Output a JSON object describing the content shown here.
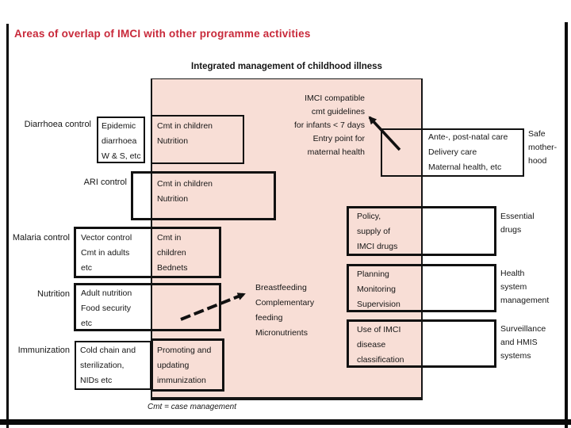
{
  "colors": {
    "accent_red": "#c8293a",
    "overlap_pink": "#f8ded6",
    "line_black": "#111111"
  },
  "slide": {
    "title": "Areas of overlap of IMCI with other programme activities",
    "heading": "Integrated management of childhood illness",
    "footnote": "Cmt = case management"
  },
  "left_rows": {
    "diarrhoea": {
      "label": "Diarrhoea control",
      "own": "Epidemic\ndiarrhoea\nW & S, etc",
      "overlap": "Cmt in children\nNutrition"
    },
    "ari": {
      "label": "ARI control",
      "overlap": "Cmt in children\nNutrition"
    },
    "malaria": {
      "label": "Malaria control",
      "own": "Vector control\nCmt in adults\netc",
      "overlap": "Cmt in\nchildren\nBednets"
    },
    "nutrition": {
      "label": "Nutrition",
      "own": "Adult nutrition\nFood security\netc"
    },
    "immunization": {
      "label": "Immunization",
      "own": "Cold chain and\nsterilization,\nNIDs etc",
      "overlap": "Promoting and\nupdating\nimmunization"
    }
  },
  "right_rows": {
    "safe_motherhood": {
      "own": "Ante-, post-natal care\nDelivery care\nMaternal health, etc",
      "label": "Safe\nmother-\nhood"
    },
    "essential_drugs": {
      "overlap": "Policy,\nsupply of\nIMCI drugs",
      "label": "Essential\ndrugs"
    },
    "health_system": {
      "overlap": "Planning\nMonitoring\nSupervision",
      "label": "Health\nsystem\nmanagement"
    },
    "surveillance": {
      "overlap": "Use of IMCI\ndisease\nclassification",
      "label": "Surveillance\nand HMIS\nsystems"
    }
  },
  "annotations": {
    "imci_note": "IMCI compatible\ncmt guidelines\nfor infants < 7 days\nEntry point for\nmaternal health",
    "breastfeeding": "Breastfeeding\nComplementary\nfeeding\nMicronutrients"
  }
}
